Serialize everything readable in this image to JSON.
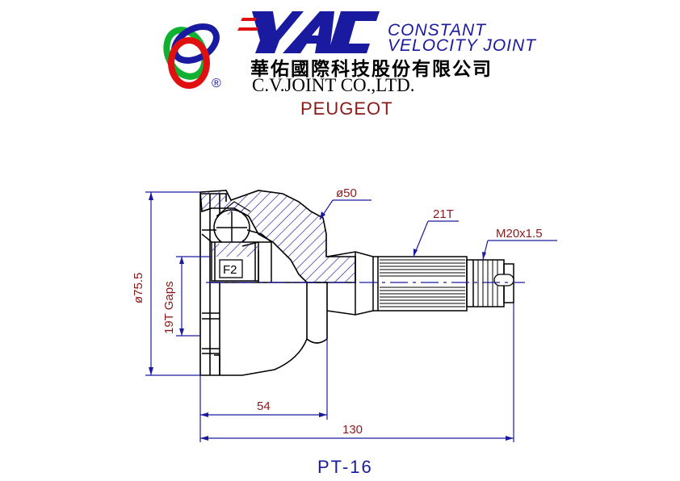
{
  "header": {
    "logo_text": "YAC",
    "registered_mark": "®",
    "tagline_line1": "CONSTANT",
    "tagline_line2": "VELOCITY JOINT",
    "company_chinese": "華佑國際科技股份有限公司",
    "company_english": "C.V.JOINT CO.,LTD.",
    "brand": "PEUGEOT"
  },
  "drawing": {
    "outer_diameter_label": "ø75.5",
    "inner_gaps_label": "19T Gaps",
    "bell_diameter_label": "ø50",
    "spline_label": "21T",
    "thread_label": "M20x1.5",
    "marker_label": "F2",
    "length_bell_label": "54",
    "length_total_label": "130"
  },
  "part_number": "PT-16",
  "colors": {
    "dimension": "#1a1aa0",
    "outline": "#000000",
    "label_red": "#8a1a1a",
    "logo_blue": "#1a1aa0",
    "logo_red": "#e01010",
    "logo_green": "#10b030"
  }
}
